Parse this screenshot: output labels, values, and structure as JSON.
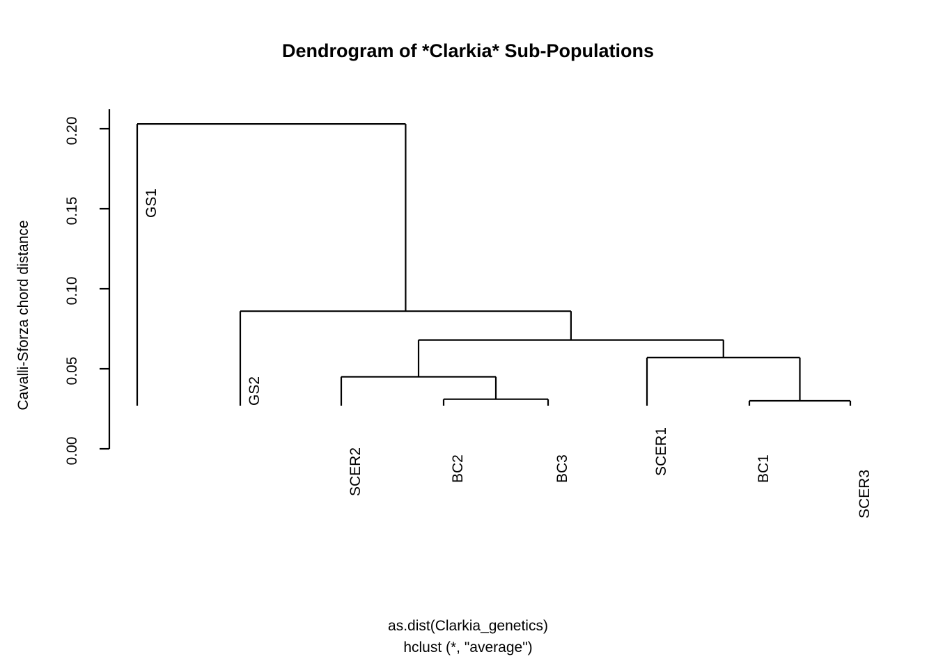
{
  "title": "Dendrogram of *Clarkia* Sub-Populations",
  "caption_line1": "as.dist(Clarkia_genetics)",
  "caption_line2": "hclust (*, \"average\")",
  "axis": {
    "ylabel": "Cavalli-Sforza chord distance",
    "yticks": [
      "0.00",
      "0.05",
      "0.10",
      "0.15",
      "0.20"
    ]
  },
  "chart_data": {
    "type": "dendrogram",
    "title": "Dendrogram of *Clarkia* Sub-Populations",
    "xlabel": "as.dist(Clarkia_genetics) / hclust (*, \"average\")",
    "ylabel": "Cavalli-Sforza chord distance",
    "ylim": [
      0.0,
      0.205
    ],
    "ytick_values": [
      0.0,
      0.05,
      0.1,
      0.15,
      0.2
    ],
    "ytick_labels": [
      "0.00",
      "0.05",
      "0.10",
      "0.15",
      "0.20"
    ],
    "grid": false,
    "legend": "none",
    "linkage": "average",
    "distance_metric": "Cavalli-Sforza chord distance",
    "leaf_order": [
      "GS1",
      "GS2",
      "SCER2",
      "BC2",
      "BC3",
      "SCER1",
      "BC1",
      "SCER3"
    ],
    "leaves": [
      {
        "label": "GS1",
        "x": 197
      },
      {
        "label": "GS2",
        "x": 345
      },
      {
        "label": "SCER2",
        "x": 490
      },
      {
        "label": "BC2",
        "x": 637
      },
      {
        "label": "BC3",
        "x": 787
      },
      {
        "label": "SCER1",
        "x": 929
      },
      {
        "label": "BC1",
        "x": 1076
      },
      {
        "label": "SCER3",
        "x": 1221
      }
    ],
    "merges": [
      {
        "id": "m1",
        "left": "BC1",
        "right": "SCER3",
        "height": 0.03
      },
      {
        "id": "m2",
        "left": "BC2",
        "right": "BC3",
        "height": 0.031
      },
      {
        "id": "m3",
        "left": "SCER2",
        "right": "m2",
        "height": 0.045
      },
      {
        "id": "m4",
        "left": "SCER1",
        "right": "m1",
        "height": 0.057
      },
      {
        "id": "m5",
        "left": "m3",
        "right": "m4",
        "height": 0.068
      },
      {
        "id": "m6",
        "left": "GS2",
        "right": "m5",
        "height": 0.086
      },
      {
        "id": "m7",
        "left": "GS1",
        "right": "m6",
        "height": 0.203
      }
    ],
    "line_color": "#000000",
    "background_color": "#ffffff"
  }
}
